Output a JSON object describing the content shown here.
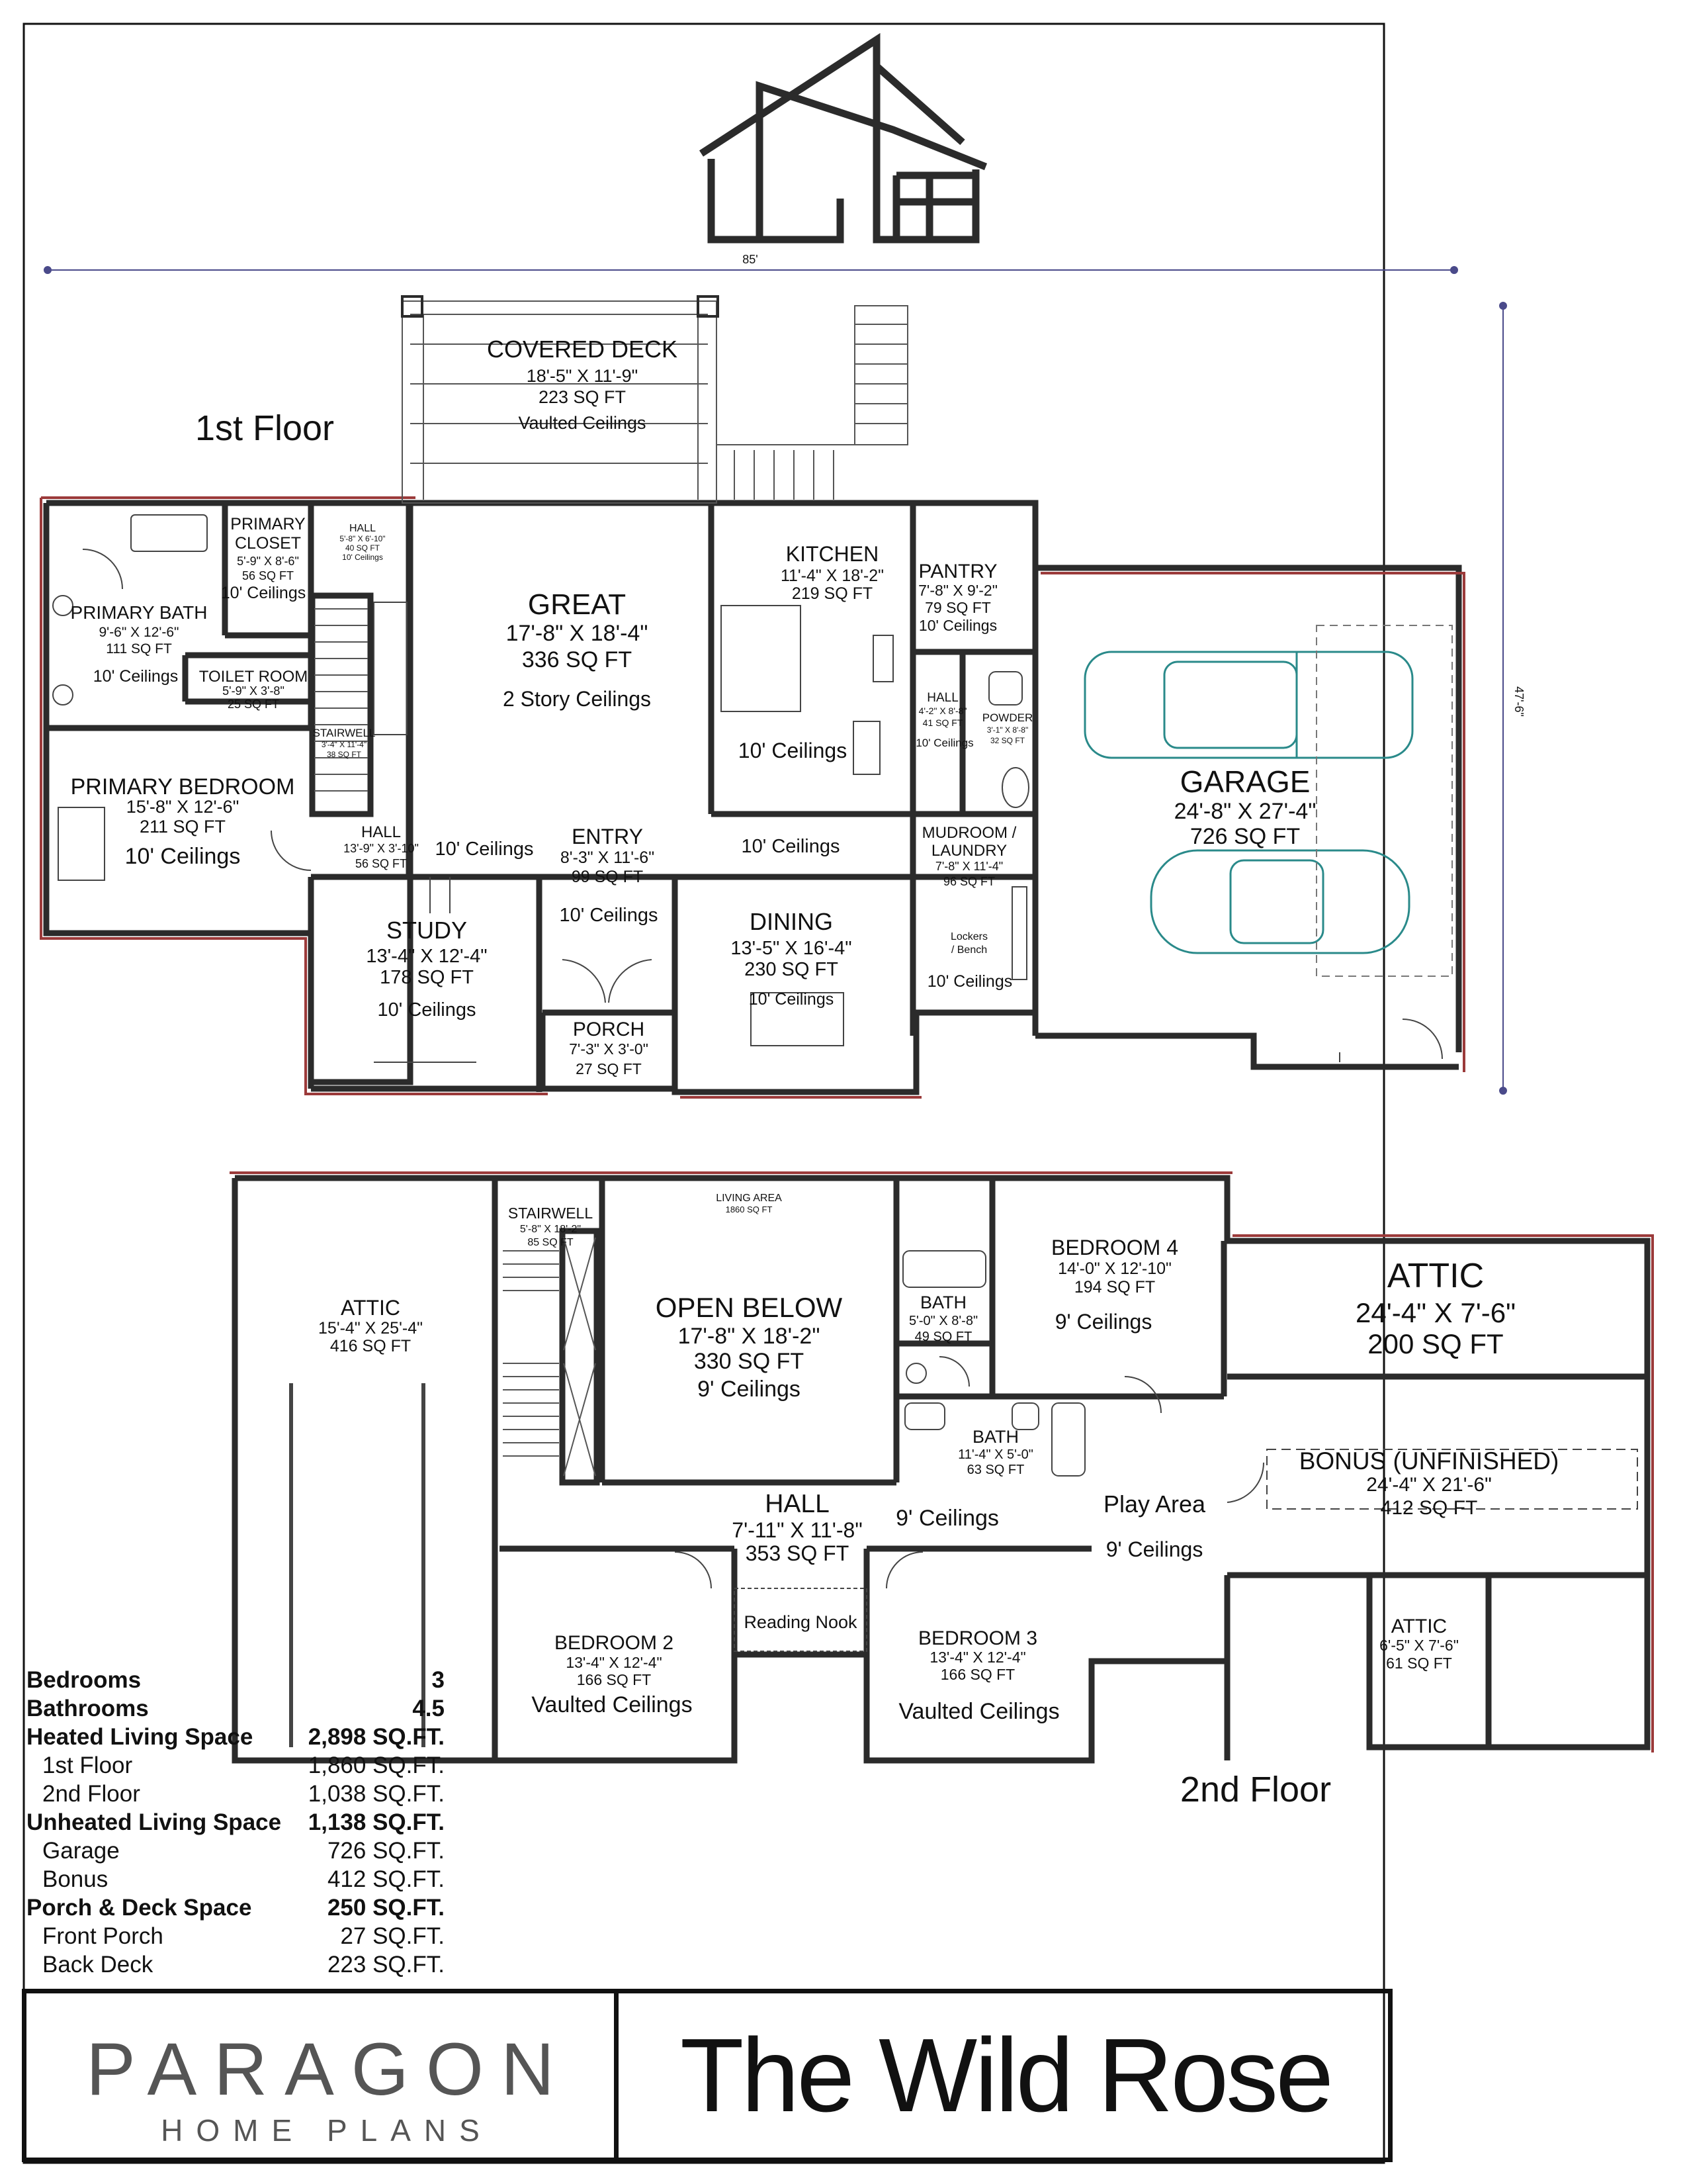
{
  "floor_labels": {
    "first": "1st Floor",
    "second": "2nd Floor"
  },
  "dimensions": {
    "width": "85'",
    "depth": "47'-6\""
  },
  "rooms_first": {
    "covered_deck": [
      "COVERED DECK",
      "18'-5\" X 11'-9\"",
      "223 SQ FT",
      "Vaulted Ceilings"
    ],
    "great": [
      "GREAT",
      "17'-8\" X 18'-4\"",
      "336 SQ FT",
      "2 Story Ceilings"
    ],
    "kitchen": [
      "KITCHEN",
      "11'-4\" X 18'-2\"",
      "219 SQ FT",
      "10' Ceilings"
    ],
    "pantry": [
      "PANTRY",
      "7'-8\" X 9'-2\"",
      "79 SQ FT",
      "10' Ceilings"
    ],
    "primary_closet": [
      "PRIMARY",
      "CLOSET",
      "5'-9\" X 8'-6\"",
      "56 SQ FT",
      "10' Ceilings"
    ],
    "hall_upper": [
      "HALL",
      "5'-8\" X 6'-10\"",
      "40 SQ FT",
      "10' Ceilings"
    ],
    "primary_bath": [
      "PRIMARY BATH",
      "9'-6\" X 12'-6\"",
      "111 SQ FT",
      "10' Ceilings"
    ],
    "toilet_room": [
      "TOILET ROOM",
      "5'-9\" X 3'-8\"",
      "25 SQ FT"
    ],
    "stairwell_1": [
      "STAIRWELL",
      "3'-4\" X 11'-4\"",
      "38 SQ FT"
    ],
    "hall_kitchen": [
      "HALL",
      "4'-2\" X 8'-8\"",
      "41 SQ FT",
      "10' Ceilings"
    ],
    "powder": [
      "POWDER",
      "3'-1\" X 8'-8\"",
      "32 SQ FT"
    ],
    "garage": [
      "GARAGE",
      "24'-8\" X 27'-4\"",
      "726 SQ FT"
    ],
    "primary_bedroom": [
      "PRIMARY BEDROOM",
      "15'-8\" X 12'-6\"",
      "211 SQ FT",
      "10' Ceilings"
    ],
    "hall_lower": [
      "HALL",
      "13'-9\" X 3'-10\"",
      "56 SQ FT"
    ],
    "hall_lower_ceiling": "10' Ceilings",
    "entry": [
      "ENTRY",
      "8'-3\" X 11'-6\"",
      "99 SQ FT",
      "10' Ceilings"
    ],
    "kitchen_hall_ceiling": "10' Ceilings",
    "mudroom": [
      "MUDROOM /",
      "LAUNDRY",
      "7'-8\" X 11'-4\"",
      "96 SQ FT",
      "10' Ceilings"
    ],
    "lockers": [
      "Lockers",
      "/ Bench"
    ],
    "study": [
      "STUDY",
      "13'-4\" X 12'-4\"",
      "178 SQ FT",
      "10' Ceilings"
    ],
    "dining": [
      "DINING",
      "13'-5\" X 16'-4\"",
      "230 SQ FT",
      "10' Ceilings"
    ],
    "porch": [
      "PORCH",
      "7'-3\" X 3'-0\"",
      "27 SQ FT"
    ]
  },
  "rooms_second": {
    "attic_left": [
      "ATTIC",
      "15'-4\" X 25'-4\"",
      "416 SQ FT"
    ],
    "stairwell_2": [
      "STAIRWELL",
      "5'-8\" X 18'-2\"",
      "85 SQ FT"
    ],
    "living_area": [
      "LIVING AREA",
      "1860 SQ FT"
    ],
    "open_below": [
      "OPEN BELOW",
      "17'-8\" X 18'-2\"",
      "330 SQ FT",
      "9' Ceilings"
    ],
    "bath_upper": [
      "BATH",
      "5'-0\" X 8'-8\"",
      "49 SQ FT"
    ],
    "bedroom_4": [
      "BEDROOM 4",
      "14'-0\" X 12'-10\"",
      "194 SQ FT",
      "9' Ceilings"
    ],
    "bath_lower": [
      "BATH",
      "11'-4\" X 5'-0\"",
      "63 SQ FT"
    ],
    "attic_right": [
      "ATTIC",
      "24'-4\" X 7'-6\"",
      "200 SQ FT"
    ],
    "hall": [
      "HALL",
      "7'-11\" X 11'-8\"",
      "353 SQ FT",
      "9' Ceilings"
    ],
    "play_area": [
      "Play Area",
      "9' Ceilings"
    ],
    "bonus": [
      "BONUS (UNFINISHED)",
      "24'-4\" X 21'-6\"",
      "412 SQ FT"
    ],
    "reading_nook": "Reading Nook",
    "bedroom_2": [
      "BEDROOM 2",
      "13'-4\" X 12'-4\"",
      "166 SQ FT",
      "Vaulted Ceilings"
    ],
    "bedroom_3": [
      "BEDROOM 3",
      "13'-4\" X 12'-4\"",
      "166 SQ FT",
      "Vaulted Ceilings"
    ],
    "attic_small": [
      "ATTIC",
      "6'-5\" X 7'-6\"",
      "61 SQ FT"
    ]
  },
  "stats": [
    {
      "label": "Bedrooms",
      "value": "3",
      "bold": true
    },
    {
      "label": "Bathrooms",
      "value": "4.5",
      "bold": true
    },
    {
      "label": "Heated Living Space",
      "value": "2,898 SQ.FT.",
      "bold": true
    },
    {
      "label": "1st Floor",
      "value": "1,860 SQ.FT.",
      "bold": false
    },
    {
      "label": "2nd Floor",
      "value": "1,038 SQ.FT.",
      "bold": false
    },
    {
      "label": "Unheated Living Space",
      "value": "1,138 SQ.FT.",
      "bold": true
    },
    {
      "label": "Garage",
      "value": "726 SQ.FT.",
      "bold": false
    },
    {
      "label": "Bonus",
      "value": "412 SQ.FT.",
      "bold": false
    },
    {
      "label": "Porch & Deck Space",
      "value": "250 SQ.FT.",
      "bold": true
    },
    {
      "label": "Front Porch",
      "value": "27 SQ.FT.",
      "bold": false
    },
    {
      "label": "Back Deck",
      "value": "223 SQ.FT.",
      "bold": false
    }
  ],
  "brand": {
    "name": "PARAGON",
    "sub": "HOME PLANS"
  },
  "plan_name": "The Wild Rose",
  "colors": {
    "wall": "#2b2b2b",
    "brick": "#9b3a3a",
    "car": "#2a8a8a",
    "dim": "#4a4a8a"
  }
}
